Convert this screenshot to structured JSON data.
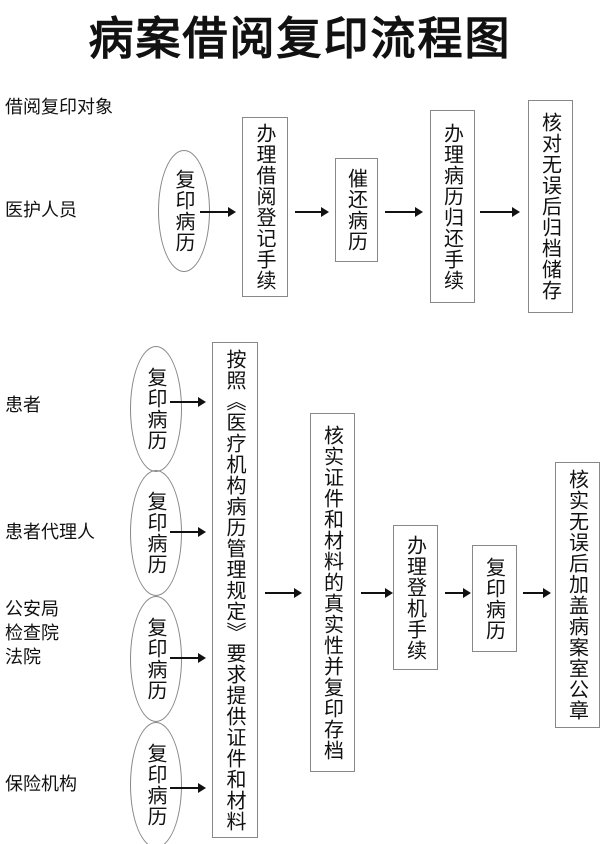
{
  "title": "病案借阅复印流程图",
  "top": {
    "heading": "借阅复印对象",
    "subject": "医护人员",
    "start": "复印病历",
    "steps": [
      "办理借阅登记手续",
      "催还病历",
      "办理病历归还手续",
      "核对无误后归档储存"
    ]
  },
  "bottom": {
    "subjects": [
      "患者",
      "患者代理人",
      "公安局\n检查院\n法院",
      "保险机构"
    ],
    "starts": [
      "复印病历",
      "复印病历",
      "复印病历",
      "复印病历"
    ],
    "steps": [
      "按照《医疗机构病历管理规定》要求提供证件和材料",
      "核实证件和材料的真实性并复印存档",
      "办理登机手续",
      "复印病历",
      "核实无误后加盖病案室公章"
    ]
  }
}
